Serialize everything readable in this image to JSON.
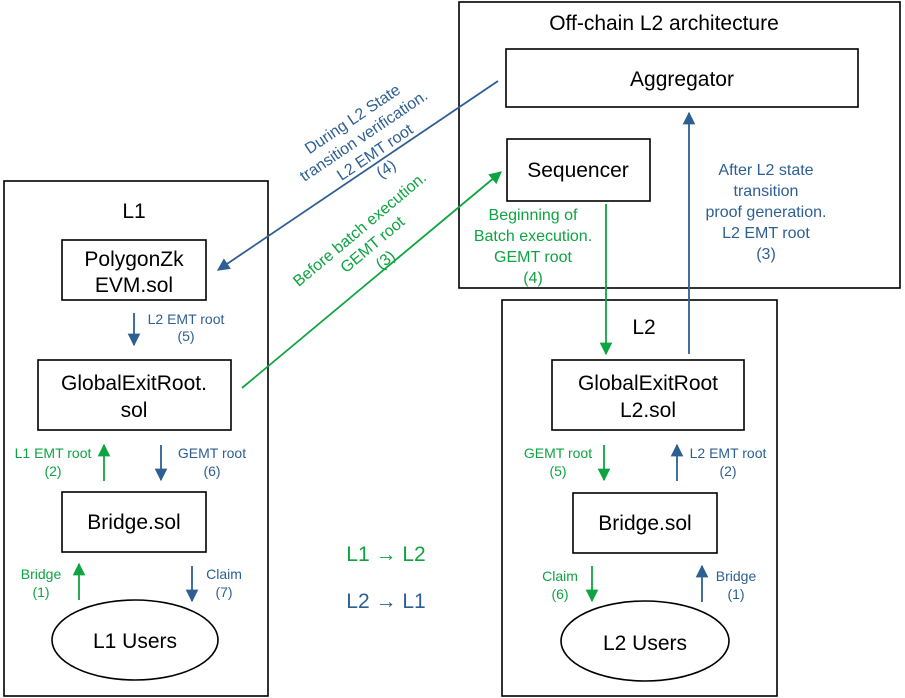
{
  "colors": {
    "l1_to_l2": "#0ea441",
    "l2_to_l1": "#2e5f93",
    "box_stroke": "#000000"
  },
  "offchain": {
    "title": "Off-chain L2 architecture",
    "aggregator": "Aggregator",
    "sequencer": "Sequencer"
  },
  "l1": {
    "title": "L1",
    "polygon_line1": "PolygonZk",
    "polygon_line2": "EVM.sol",
    "ger_line1": "GlobalExitRoot.",
    "ger_line2": "sol",
    "bridge": "Bridge.sol",
    "users": "L1 Users"
  },
  "l2": {
    "title": "L2",
    "ger_line1": "GlobalExitRoot",
    "ger_line2": "L2.sol",
    "bridge": "Bridge.sol",
    "users": "L2 Users"
  },
  "labels": {
    "l1_l2emt_a": "L2 EMT root",
    "l1_l2emt_b": "(5)",
    "l1_l1emt_a": "L1 EMT root",
    "l1_l1emt_b": "(2)",
    "l1_gemt_a": "GEMT root",
    "l1_gemt_b": "(6)",
    "l1_bridge_a": "Bridge",
    "l1_bridge_b": "(1)",
    "l1_claim_a": "Claim",
    "l1_claim_b": "(7)",
    "l2_gemt_a": "GEMT root",
    "l2_gemt_b": "(5)",
    "l2_l2emt_a": "L2 EMT root",
    "l2_l2emt_b": "(2)",
    "l2_claim_a": "Claim",
    "l2_claim_b": "(6)",
    "l2_bridge_a": "Bridge",
    "l2_bridge_b": "(1)",
    "begin_1": "Beginning of",
    "begin_2": "Batch execution.",
    "begin_3": "GEMT root",
    "begin_4": "(4)",
    "after_1": "After L2 state",
    "after_2": "transition",
    "after_3": "proof generation.",
    "after_4": "L2 EMT root",
    "after_5": "(3)",
    "during_1": "During L2 State",
    "during_2": "transition verification.",
    "during_3": "L2 EMT root",
    "during_4": "(4)",
    "before_1": "Before batch execution.",
    "before_2": "GEMT root",
    "before_3": "(3)"
  },
  "legend": {
    "l1_to_l2": "L1 → L2",
    "l2_to_l1": "L2 → L1"
  }
}
